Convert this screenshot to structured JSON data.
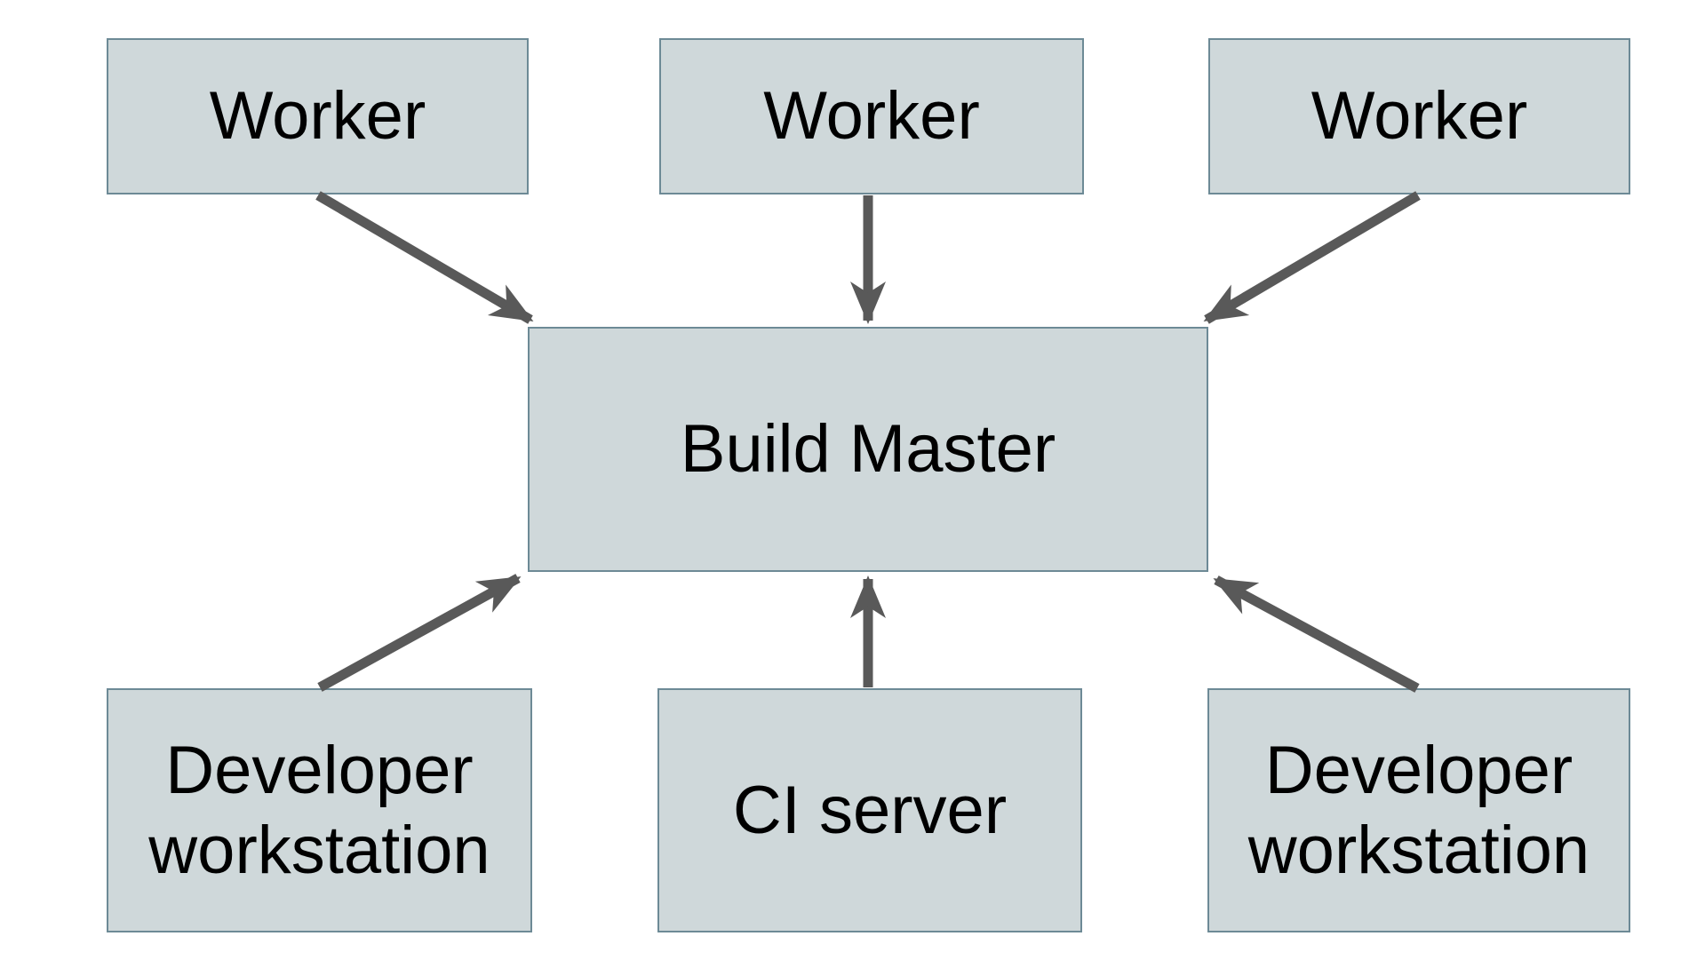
{
  "diagram": {
    "title": "",
    "nodes": {
      "worker_1": {
        "label": "Worker"
      },
      "worker_2": {
        "label": "Worker"
      },
      "worker_3": {
        "label": "Worker"
      },
      "build_master": {
        "label": "Build Master"
      },
      "dev_left": {
        "label": "Developer workstation"
      },
      "ci_server": {
        "label": "CI server"
      },
      "dev_right": {
        "label": "Developer workstation"
      }
    },
    "edges": [
      {
        "from": "worker_1",
        "to": "build_master",
        "direction": "arrow-into-build-master"
      },
      {
        "from": "worker_2",
        "to": "build_master",
        "direction": "arrow-into-build-master"
      },
      {
        "from": "worker_3",
        "to": "build_master",
        "direction": "arrow-into-build-master"
      },
      {
        "from": "dev_left",
        "to": "build_master",
        "direction": "arrow-into-build-master"
      },
      {
        "from": "ci_server",
        "to": "build_master",
        "direction": "arrow-into-build-master"
      },
      {
        "from": "dev_right",
        "to": "build_master",
        "direction": "arrow-into-build-master"
      }
    ],
    "colors": {
      "background": "#ffffff",
      "node_fill": "#cfd8da",
      "node_border": "#6d8a96",
      "arrow": "#595959",
      "text": "#000000"
    }
  }
}
